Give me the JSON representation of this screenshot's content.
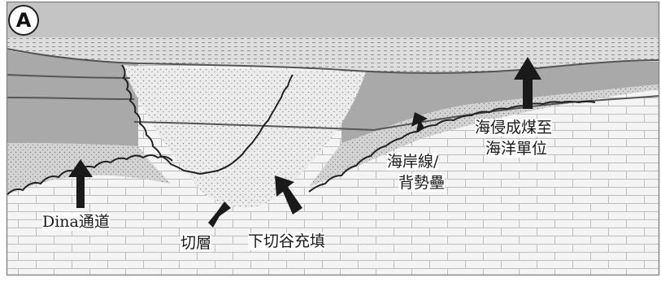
{
  "panel": "A",
  "colors": {
    "sky": "#c4c4c4",
    "marine_top": "#d9d9d9",
    "shale_band": "#a9a9a9",
    "fill_sand": "#ececec",
    "brick": "#f4f4f4",
    "brick_lines": "#bdbdbd",
    "contacts": "#555555",
    "arrow": "#1a1a1a"
  },
  "labels": {
    "dina_channel": "Dina通道",
    "cut_layer": "切層",
    "incised_valley_fill": "下切谷充填",
    "shoreline_line1": "海岸線/",
    "shoreline_line2": "背勢壘",
    "transgressive_line1": "海侵成煤至",
    "transgressive_line2": "海洋單位"
  }
}
